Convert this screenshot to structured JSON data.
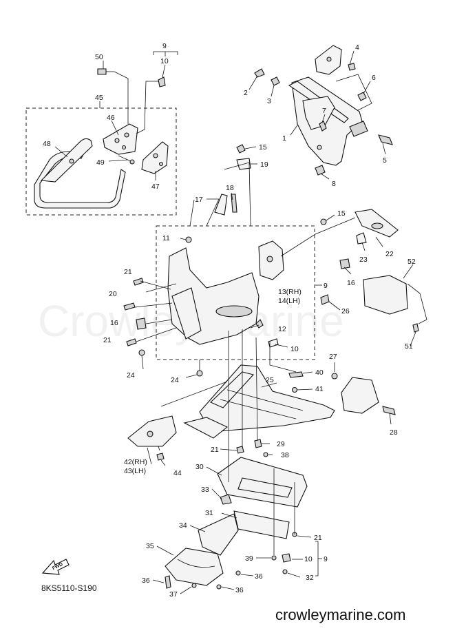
{
  "watermark": "Crowley Marine",
  "footer_text": "crowleymarine.com",
  "diagram_code": "8KS5110-S190",
  "fwd_label": "FWD",
  "callouts": {
    "c1": "1",
    "c2": "2",
    "c3": "3",
    "c4": "4",
    "c5": "5",
    "c6": "6",
    "c7": "7",
    "c8": "8",
    "c9a": "9",
    "c9b": "9",
    "c9c": "9",
    "c10a": "10",
    "c10b": "10",
    "c10c": "10",
    "c11": "11",
    "c12": "12",
    "c13": "13(RH)",
    "c14": "14(LH)",
    "c15a": "15",
    "c15b": "15",
    "c16a": "16",
    "c16b": "16",
    "c17": "17",
    "c18": "18",
    "c19": "19",
    "c20": "20",
    "c21a": "21",
    "c21b": "21",
    "c21c": "21",
    "c21d": "21",
    "c22": "22",
    "c23": "23",
    "c24a": "24",
    "c24b": "24",
    "c25": "25",
    "c26": "26",
    "c27": "27",
    "c28": "28",
    "c29": "29",
    "c30": "30",
    "c31": "31",
    "c32": "32",
    "c33": "33",
    "c34": "34",
    "c35": "35",
    "c36a": "36",
    "c36b": "36",
    "c36c": "36",
    "c37": "37",
    "c38": "38",
    "c39": "39",
    "c40": "40",
    "c41": "41",
    "c42": "42(RH)",
    "c43": "43(LH)",
    "c44": "44",
    "c45": "45",
    "c46": "46",
    "c47": "47",
    "c48": "48",
    "c49": "49",
    "c50": "50",
    "c51": "51",
    "c52": "52"
  }
}
